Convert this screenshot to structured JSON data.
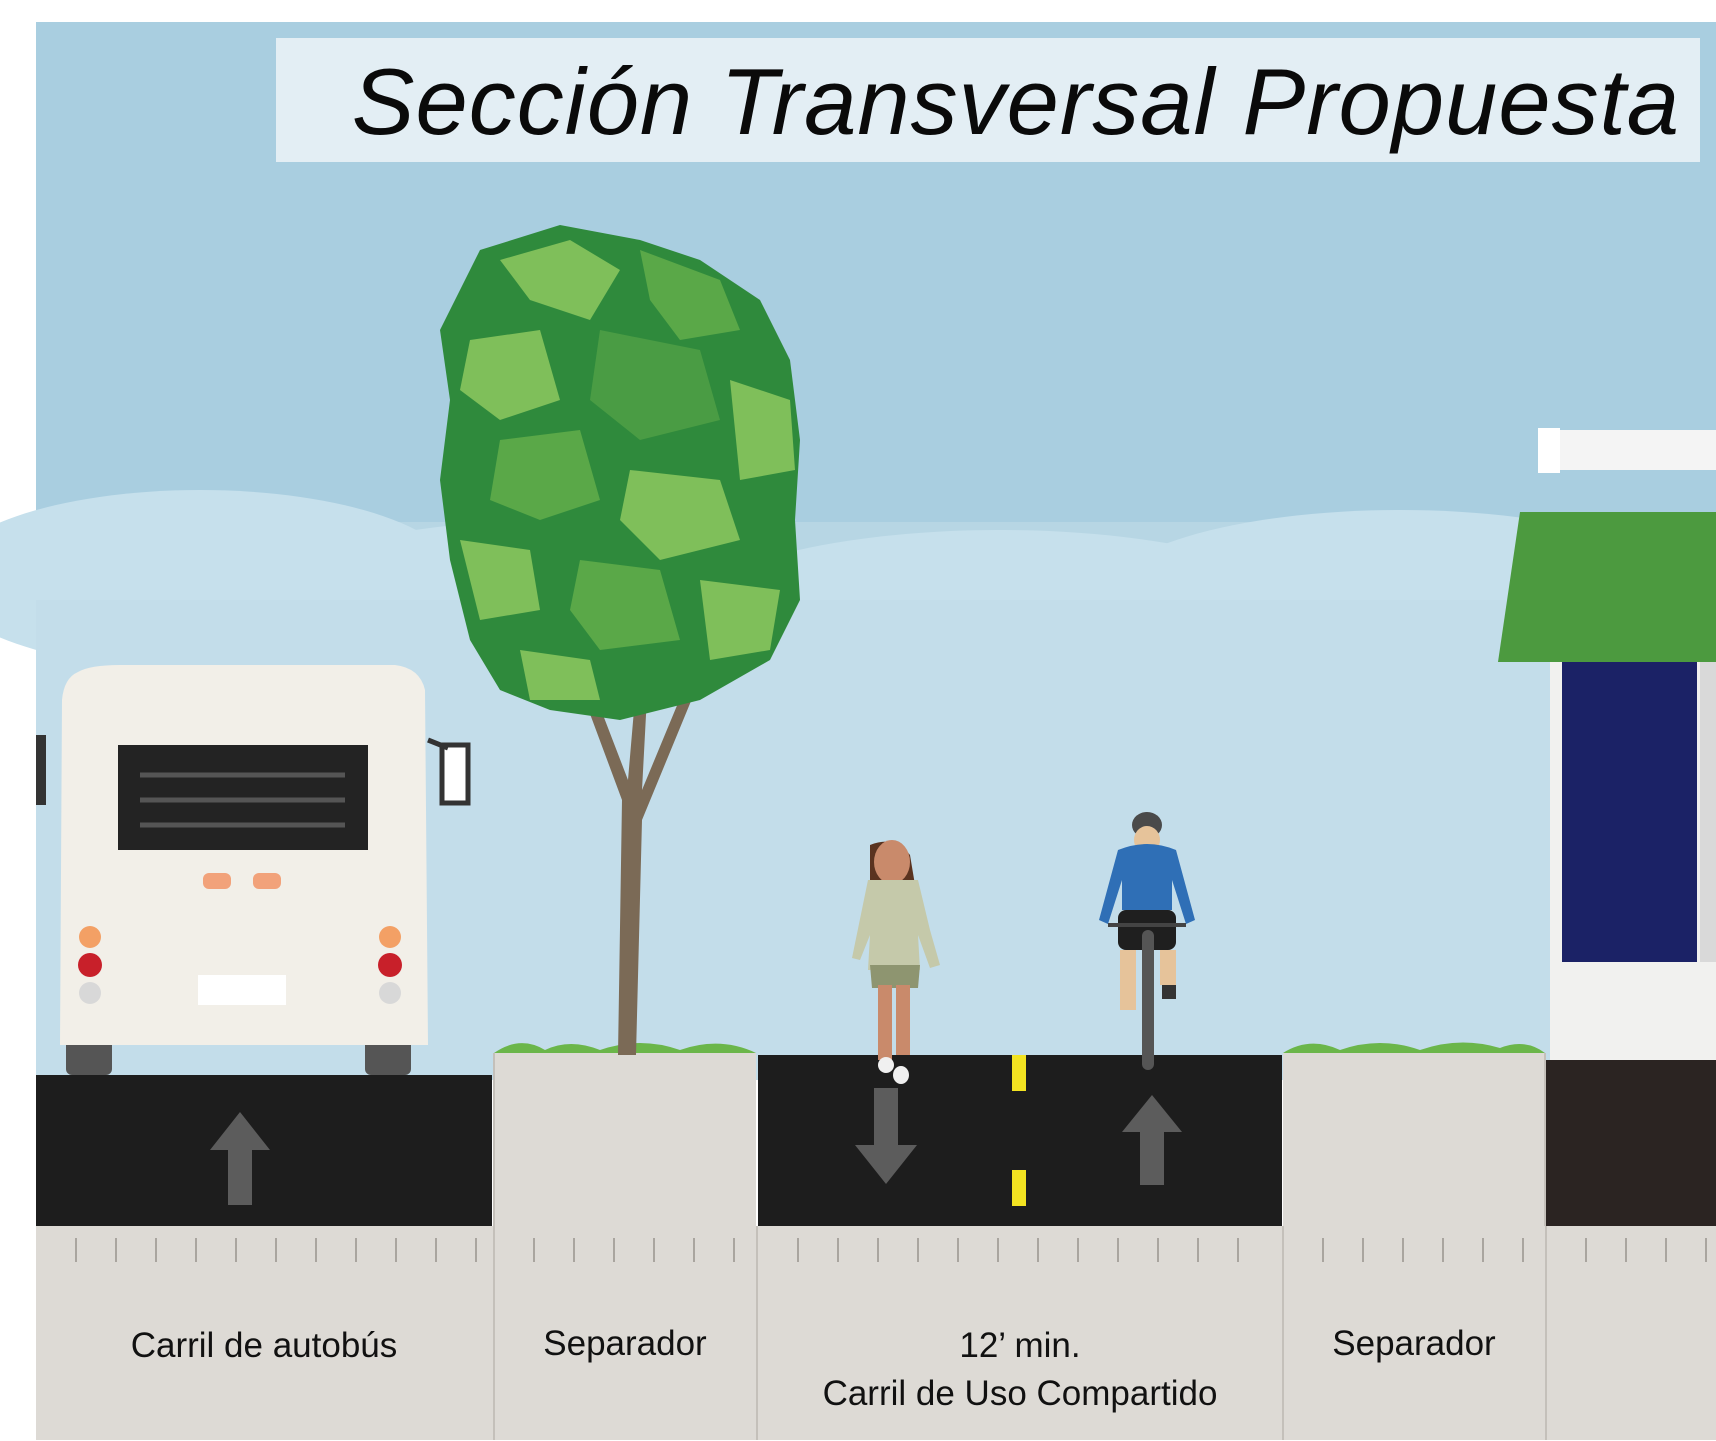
{
  "title": "Sección Transversal Propuesta",
  "segments": [
    {
      "label": "Carril de autobús"
    },
    {
      "label": "Separador"
    },
    {
      "label_line1": "12’ min.",
      "label_line2": "Carril de Uso Compartido"
    },
    {
      "label": "Separador"
    }
  ],
  "colors": {
    "sky": "#b8d8e6",
    "asphalt": "#1d1d1d",
    "sidewalk": "#dddad5",
    "grass": "#6bb64a",
    "tree_dark": "#2f8a3c",
    "tree_light": "#7fbf5a",
    "trunk": "#7b6a56",
    "bus_body": "#f2efe8",
    "lane_marking_yellow": "#f3e321",
    "arrow_gray": "#5c5c5c",
    "building_awning": "#4c9a3f",
    "building_window": "#1b2266"
  },
  "icons": [
    "bus-icon",
    "tree-icon",
    "pedestrian-icon",
    "cyclist-icon",
    "building-icon",
    "arrow-up-icon",
    "arrow-down-icon"
  ]
}
